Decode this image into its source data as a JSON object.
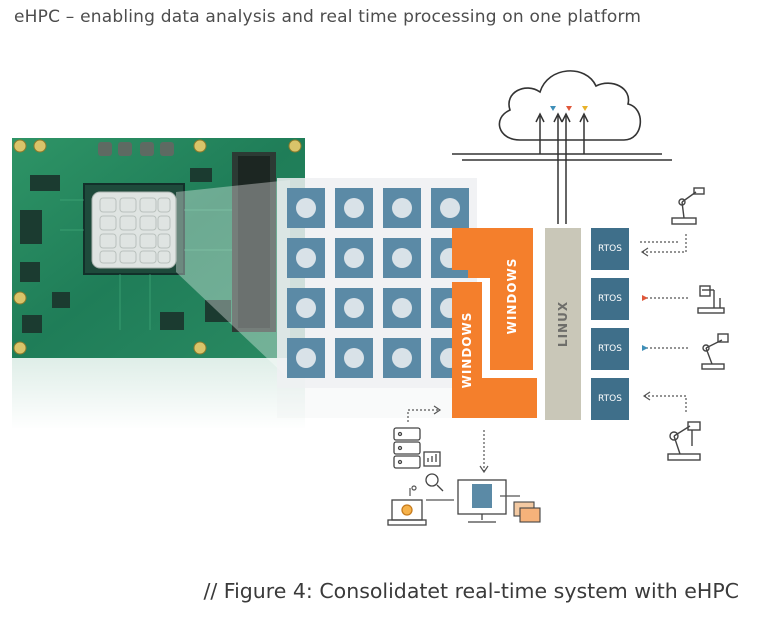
{
  "header": {
    "title": "eHPC – enabling data analysis and real time processing on one platform"
  },
  "figure": {
    "os_labels": {
      "windows_1": "WINDOWS",
      "windows_2": "WINDOWS",
      "linux": "LINUX"
    },
    "rtos_labels": [
      "RTOS",
      "RTOS",
      "RTOS",
      "RTOS"
    ],
    "icons": [
      "cloud-icon",
      "robot-arm-icon",
      "microscope-icon",
      "robot-arm-icon",
      "robot-arm-icon",
      "server-icon",
      "chart-icon",
      "magnifier-icon",
      "laptop-icon",
      "monitor-icon",
      "folders-icon"
    ],
    "colors": {
      "orange": "#f47f2c",
      "linux_gray": "#c9c7b8",
      "rtos_blue": "#3f6f8a",
      "core_tile": "#5b8aa6",
      "board_green": "#2a8a62"
    }
  },
  "caption": "// Figure 4: Consolidatet real-time system with eHPC"
}
